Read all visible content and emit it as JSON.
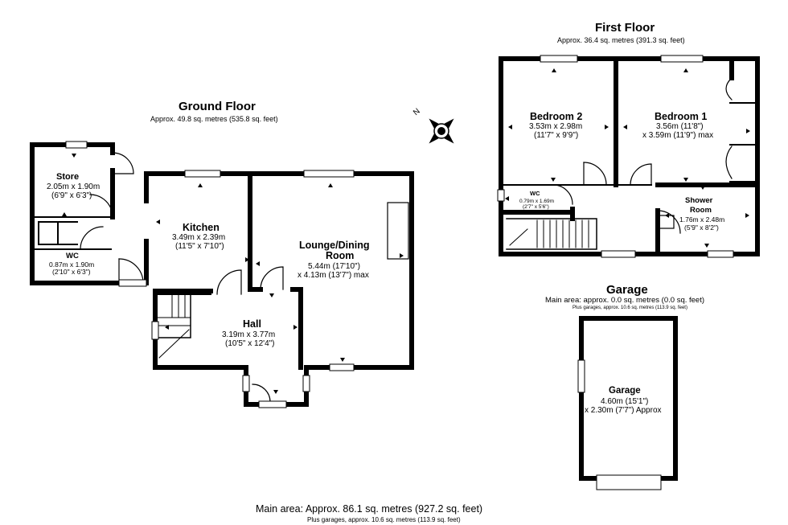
{
  "ground_floor": {
    "title": "Ground Floor",
    "area": "Approx. 49.8 sq. metres (535.8 sq. feet)",
    "rooms": {
      "store": {
        "name": "Store",
        "dim1": "2.05m x 1.90m",
        "dim2": "(6'9\" x 6'3\")"
      },
      "wc": {
        "name": "WC",
        "dim1": "0.87m x 1.90m",
        "dim2": "(2'10\" x 6'3\")"
      },
      "kitchen": {
        "name": "Kitchen",
        "dim1": "3.49m x 2.39m",
        "dim2": "(11'5\" x 7'10\")"
      },
      "lounge": {
        "name1": "Lounge/Dining",
        "name2": "Room",
        "dim1": "5.44m (17'10\")",
        "dim2": "x 4.13m (13'7\") max"
      },
      "hall": {
        "name": "Hall",
        "dim1": "3.19m x 3.77m",
        "dim2": "(10'5\" x 12'4\")"
      }
    }
  },
  "first_floor": {
    "title": "First Floor",
    "area": "Approx. 36.4 sq. metres (391.3 sq. feet)",
    "rooms": {
      "bedroom2": {
        "name": "Bedroom 2",
        "dim1": "3.53m x 2.98m",
        "dim2": "(11'7\" x 9'9\")"
      },
      "bedroom1": {
        "name": "Bedroom 1",
        "dim1": "3.56m (11'8\")",
        "dim2": "x 3.59m (11'9\") max"
      },
      "wc": {
        "name": "WC",
        "dim1": "0.79m x 1.69m",
        "dim2": "(2'7\" x 5'6\")"
      },
      "shower": {
        "name1": "Shower",
        "name2": "Room",
        "dim1": "1.76m x 2.48m",
        "dim2": "(5'9\" x 8'2\")"
      }
    }
  },
  "garage_block": {
    "title": "Garage",
    "area": "Main area: approx. 0.0 sq. metres (0.0 sq. feet)",
    "plus": "Plus garages, approx. 10.6 sq. metres (113.9 sq. feet)",
    "room": {
      "name": "Garage",
      "dim1": "4.60m (15'1\")",
      "dim2": "x 2.30m (7'7\") Approx"
    }
  },
  "footer": {
    "main": "Main area: Approx. 86.1 sq. metres (927.2 sq. feet)",
    "plus": "Plus garages, approx. 10.6 sq. metres (113.9 sq. feet)"
  },
  "compass": {
    "label": "N",
    "icon": "compass-icon"
  },
  "colors": {
    "wall": "#000000",
    "background": "#ffffff",
    "window": "#ffffff"
  }
}
